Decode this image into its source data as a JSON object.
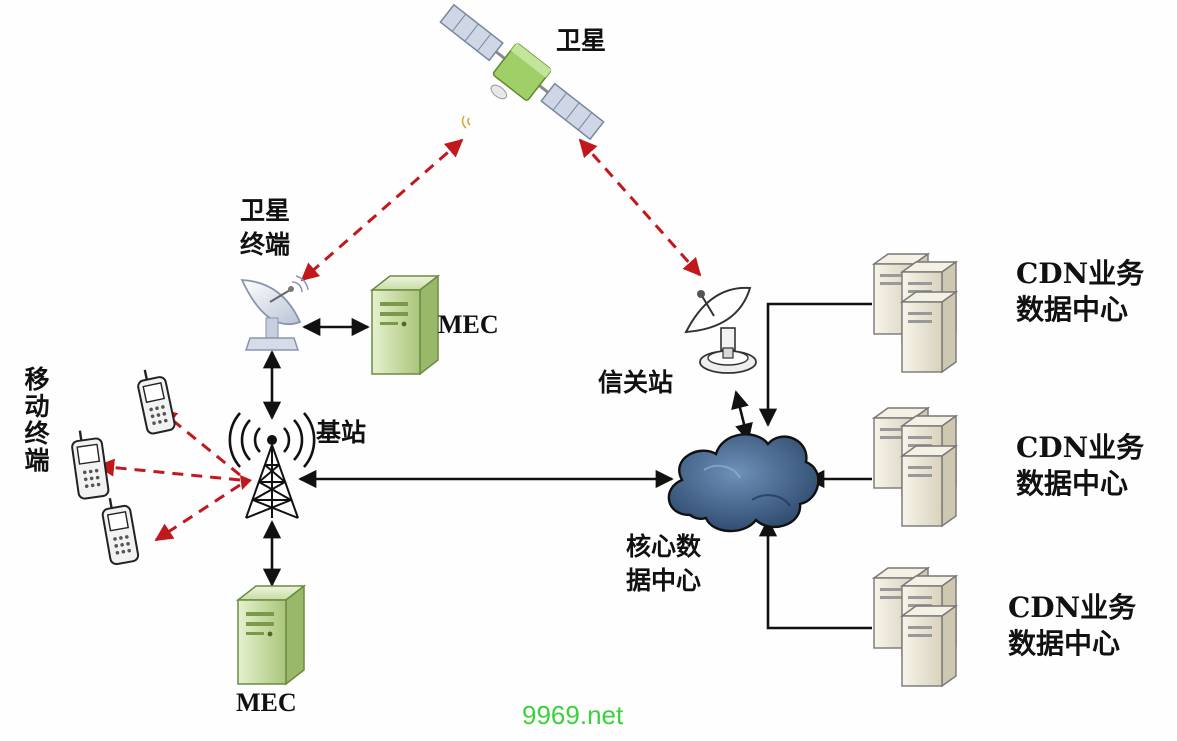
{
  "labels": {
    "satellite": "卫星",
    "satellite_terminal": "卫星\n终端",
    "mec_top": "MEC",
    "gateway": "信关站",
    "base_station": "基站",
    "mobile_terminals": "移动终端",
    "mec_bottom": "MEC",
    "core_dc": "核心数\n据中心",
    "cdn_1": "CDN业务\n数据中心",
    "cdn_2": "CDN业务\n数据中心",
    "cdn_3": "CDN业务\n数据中心"
  },
  "watermark": "9969.net",
  "colors": {
    "link_wireless": "#c0181c",
    "link_wired": "#111111",
    "server_green": "#c9e0a0",
    "server_beige": "#ece8d8",
    "cloud_blue": "#3d5f86"
  },
  "icons": [
    "satellite-icon",
    "satellite-dish-icon",
    "server-icon",
    "antenna-tower-icon",
    "mobile-phone-icon",
    "cloud-icon",
    "server-cluster-icon"
  ]
}
